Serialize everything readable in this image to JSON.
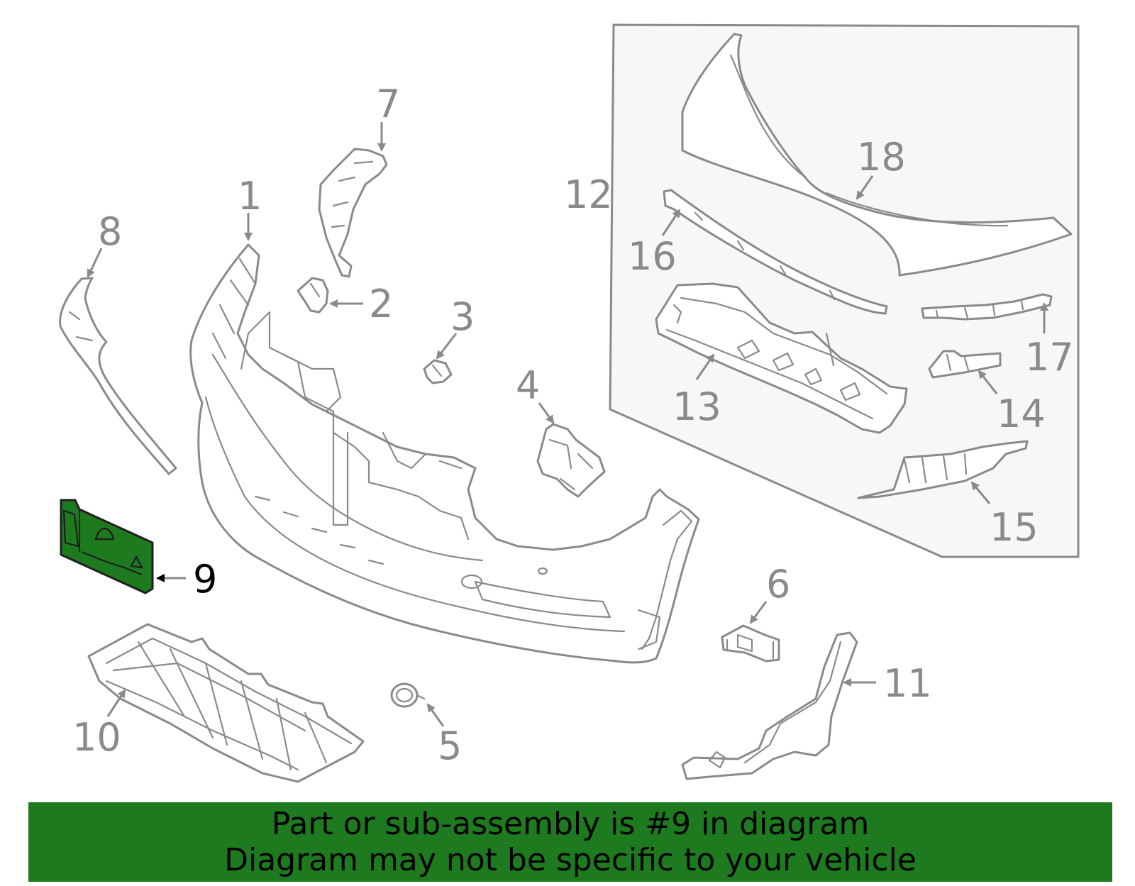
{
  "diagram": {
    "highlight_color": "#1e7a1e",
    "callouts": {
      "c1": "1",
      "c2": "2",
      "c3": "3",
      "c4": "4",
      "c5": "5",
      "c6": "6",
      "c7": "7",
      "c8": "8",
      "c9": "9",
      "c10": "10",
      "c11": "11",
      "c12": "12",
      "c13": "13",
      "c14": "14",
      "c15": "15",
      "c16": "16",
      "c17": "17",
      "c18": "18"
    }
  },
  "banner": {
    "line1": "Part or sub-assembly is #9 in diagram",
    "line2": "Diagram may not be specific to your vehicle"
  }
}
